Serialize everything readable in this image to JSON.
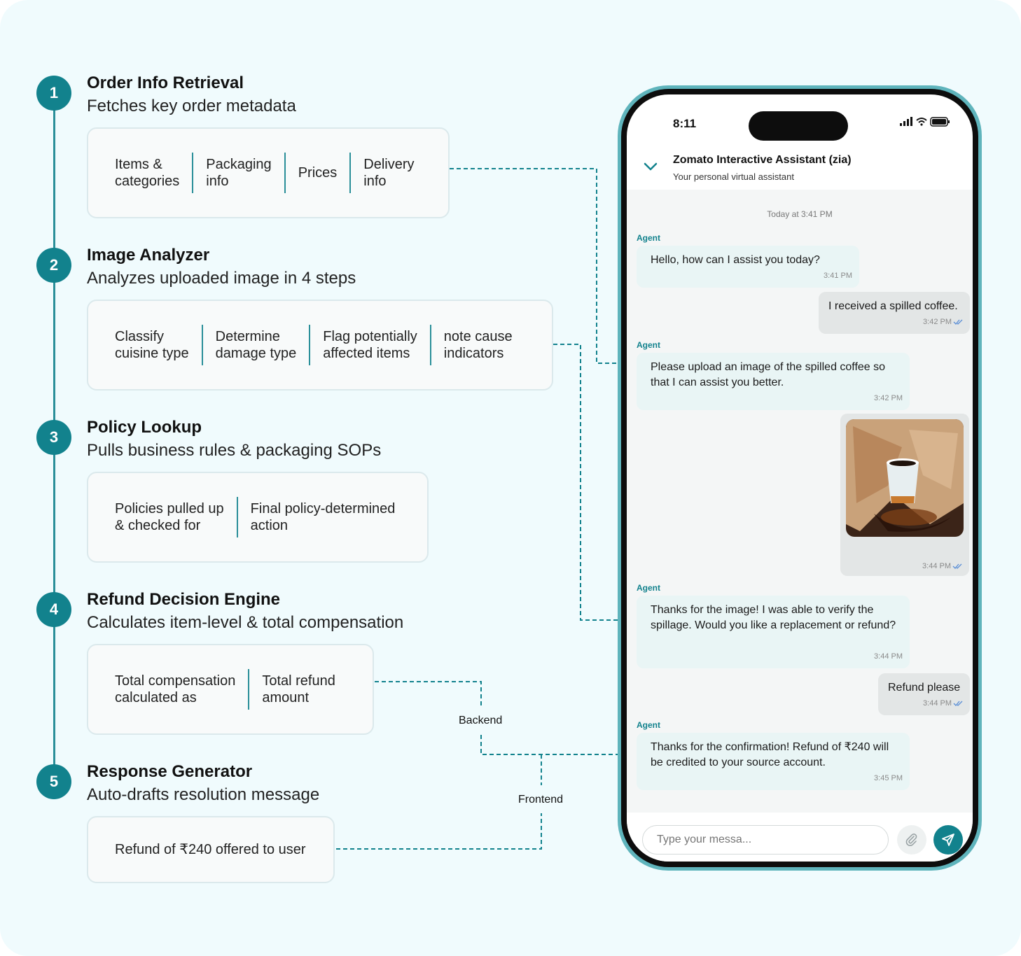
{
  "colors": {
    "accent": "#12828d",
    "line": "#2a8f99",
    "background": "#f0fbfd",
    "card": "#f8fafa"
  },
  "steps": [
    {
      "number": "1",
      "title": "Order Info Retrieval",
      "subtitle": "Fetches key order metadata",
      "items": [
        "Items &\ncategories",
        "Packaging\ninfo",
        "Prices",
        "Delivery\ninfo"
      ]
    },
    {
      "number": "2",
      "title": "Image Analyzer",
      "subtitle": "Analyzes uploaded image in 4 steps",
      "items": [
        "Classify\ncuisine type",
        "Determine\ndamage type",
        "Flag potentially\naffected items",
        "note cause\nindicators"
      ]
    },
    {
      "number": "3",
      "title": "Policy Lookup",
      "subtitle": "Pulls business rules & packaging SOPs",
      "items": [
        "Policies pulled up\n& checked for",
        "Final policy-determined\naction"
      ]
    },
    {
      "number": "4",
      "title": "Refund Decision Engine",
      "subtitle": "Calculates item-level & total compensation",
      "items": [
        "Total compensation\ncalculated as",
        "Total refund\namount"
      ]
    },
    {
      "number": "5",
      "title": "Response Generator",
      "subtitle": "Auto-drafts resolution message",
      "items": [
        "Refund of ₹240 offered to user"
      ]
    }
  ],
  "connectors": {
    "backend_label": "Backend",
    "frontend_label": "Frontend"
  },
  "phone": {
    "status_time": "8:11",
    "header": {
      "title": "Zomato Interactive Assistant (zia)",
      "subtitle": "Your personal virtual assistant"
    },
    "date_divider": "Today at 3:41 PM",
    "agent_label": "Agent",
    "messages": [
      {
        "sender": "agent",
        "text": "Hello, how can I assist you today?",
        "time": "3:41 PM"
      },
      {
        "sender": "user",
        "text": "I received a spilled coffee.",
        "time": "3:42 PM"
      },
      {
        "sender": "agent",
        "text": "Please upload an image of the spilled coffee so that I can assist you better.",
        "time": "3:42 PM"
      },
      {
        "sender": "user",
        "type": "image",
        "image_icon": "spilled-coffee-photo",
        "time": "3:44 PM"
      },
      {
        "sender": "agent",
        "text": "Thanks for the image! I was able to verify the spillage. Would you like a replacement or refund?",
        "time": "3:44 PM"
      },
      {
        "sender": "user",
        "text": "Refund please",
        "time": "3:44 PM"
      },
      {
        "sender": "agent",
        "text": "Thanks for the confirmation! Refund of ₹240 will be credited to your source account.",
        "time": "3:45 PM"
      }
    ],
    "input": {
      "placeholder": "Type your messa..."
    },
    "icons": {
      "back": "chevron-down-icon",
      "attach": "paperclip-icon",
      "send": "send-icon"
    }
  }
}
